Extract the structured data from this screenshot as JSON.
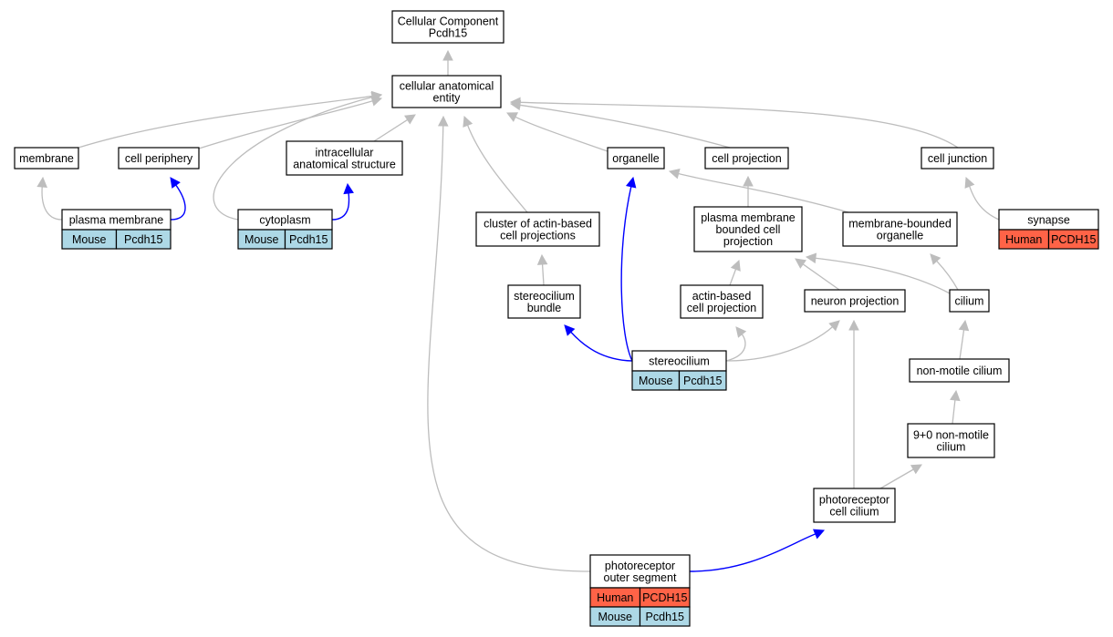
{
  "colors": {
    "mouse": "#add8e6",
    "human": "#ff6347",
    "edge_default": "#bdbdbd",
    "edge_annotated": "#0000ff",
    "node_border": "#000000"
  },
  "nodes": {
    "root": {
      "lines": [
        "Cellular Component",
        "Pcdh15"
      ]
    },
    "cae": {
      "lines": [
        "cellular anatomical",
        "entity"
      ]
    },
    "membrane": {
      "lines": [
        "membrane"
      ]
    },
    "cell_periphery": {
      "lines": [
        "cell periphery"
      ]
    },
    "intracellular": {
      "lines": [
        "intracellular",
        "anatomical structure"
      ]
    },
    "organelle": {
      "lines": [
        "organelle"
      ]
    },
    "cell_projection": {
      "lines": [
        "cell projection"
      ]
    },
    "cell_junction": {
      "lines": [
        "cell junction"
      ]
    },
    "plasma_membrane": {
      "lines": [
        "plasma membrane"
      ],
      "annotations": [
        [
          "Mouse",
          "Pcdh15"
        ]
      ]
    },
    "cytoplasm": {
      "lines": [
        "cytoplasm"
      ],
      "annotations": [
        [
          "Mouse",
          "Pcdh15"
        ]
      ]
    },
    "cluster_actin": {
      "lines": [
        "cluster of actin-based",
        "cell projections"
      ]
    },
    "pm_bounded": {
      "lines": [
        "plasma membrane",
        "bounded cell",
        "projection"
      ]
    },
    "membrane_bounded": {
      "lines": [
        "membrane-bounded",
        "organelle"
      ]
    },
    "synapse": {
      "lines": [
        "synapse"
      ],
      "annotations": [
        [
          "Human",
          "PCDH15"
        ]
      ]
    },
    "stereocilium_bundle": {
      "lines": [
        "stereocilium",
        "bundle"
      ]
    },
    "actin_based": {
      "lines": [
        "actin-based",
        "cell projection"
      ]
    },
    "neuron_projection": {
      "lines": [
        "neuron projection"
      ]
    },
    "cilium": {
      "lines": [
        "cilium"
      ]
    },
    "stereocilium": {
      "lines": [
        "stereocilium"
      ],
      "annotations": [
        [
          "Mouse",
          "Pcdh15"
        ]
      ]
    },
    "non_motile_cilium": {
      "lines": [
        "non-motile cilium"
      ]
    },
    "nine_zero": {
      "lines": [
        "9+0 non-motile",
        "cilium"
      ]
    },
    "photoreceptor_cilium": {
      "lines": [
        "photoreceptor",
        "cell cilium"
      ]
    },
    "photoreceptor_outer": {
      "lines": [
        "photoreceptor",
        "outer segment"
      ],
      "annotations": [
        [
          "Human",
          "PCDH15"
        ],
        [
          "Mouse",
          "Pcdh15"
        ]
      ]
    }
  },
  "edges": [
    {
      "from": "cae",
      "to": "root",
      "type": "is_a"
    },
    {
      "from": "membrane",
      "to": "cae",
      "type": "is_a"
    },
    {
      "from": "cell_periphery",
      "to": "cae",
      "type": "is_a"
    },
    {
      "from": "intracellular",
      "to": "cae",
      "type": "is_a"
    },
    {
      "from": "organelle",
      "to": "cae",
      "type": "is_a"
    },
    {
      "from": "cell_projection",
      "to": "cae",
      "type": "is_a"
    },
    {
      "from": "cell_junction",
      "to": "cae",
      "type": "is_a"
    },
    {
      "from": "cytoplasm",
      "to": "cae",
      "type": "is_a"
    },
    {
      "from": "cluster_actin",
      "to": "cae",
      "type": "is_a"
    },
    {
      "from": "photoreceptor_outer",
      "to": "cae",
      "type": "is_a"
    },
    {
      "from": "plasma_membrane",
      "to": "membrane",
      "type": "is_a"
    },
    {
      "from": "plasma_membrane",
      "to": "cell_periphery",
      "type": "annotated"
    },
    {
      "from": "cytoplasm",
      "to": "intracellular",
      "type": "annotated"
    },
    {
      "from": "stereocilium",
      "to": "organelle",
      "type": "annotated"
    },
    {
      "from": "membrane_bounded",
      "to": "organelle",
      "type": "is_a"
    },
    {
      "from": "pm_bounded",
      "to": "cell_projection",
      "type": "is_a"
    },
    {
      "from": "synapse",
      "to": "cell_junction",
      "type": "is_a"
    },
    {
      "from": "stereocilium_bundle",
      "to": "cluster_actin",
      "type": "is_a"
    },
    {
      "from": "actin_based",
      "to": "pm_bounded",
      "type": "is_a"
    },
    {
      "from": "neuron_projection",
      "to": "pm_bounded",
      "type": "is_a"
    },
    {
      "from": "cilium",
      "to": "pm_bounded",
      "type": "is_a"
    },
    {
      "from": "cilium",
      "to": "membrane_bounded",
      "type": "is_a"
    },
    {
      "from": "stereocilium",
      "to": "stereocilium_bundle",
      "type": "annotated"
    },
    {
      "from": "stereocilium",
      "to": "actin_based",
      "type": "is_a"
    },
    {
      "from": "stereocilium",
      "to": "neuron_projection",
      "type": "is_a"
    },
    {
      "from": "photoreceptor_cilium",
      "to": "neuron_projection",
      "type": "is_a"
    },
    {
      "from": "non_motile_cilium",
      "to": "cilium",
      "type": "is_a"
    },
    {
      "from": "nine_zero",
      "to": "non_motile_cilium",
      "type": "is_a"
    },
    {
      "from": "photoreceptor_cilium",
      "to": "nine_zero",
      "type": "is_a"
    },
    {
      "from": "photoreceptor_outer",
      "to": "photoreceptor_cilium",
      "type": "annotated"
    }
  ]
}
